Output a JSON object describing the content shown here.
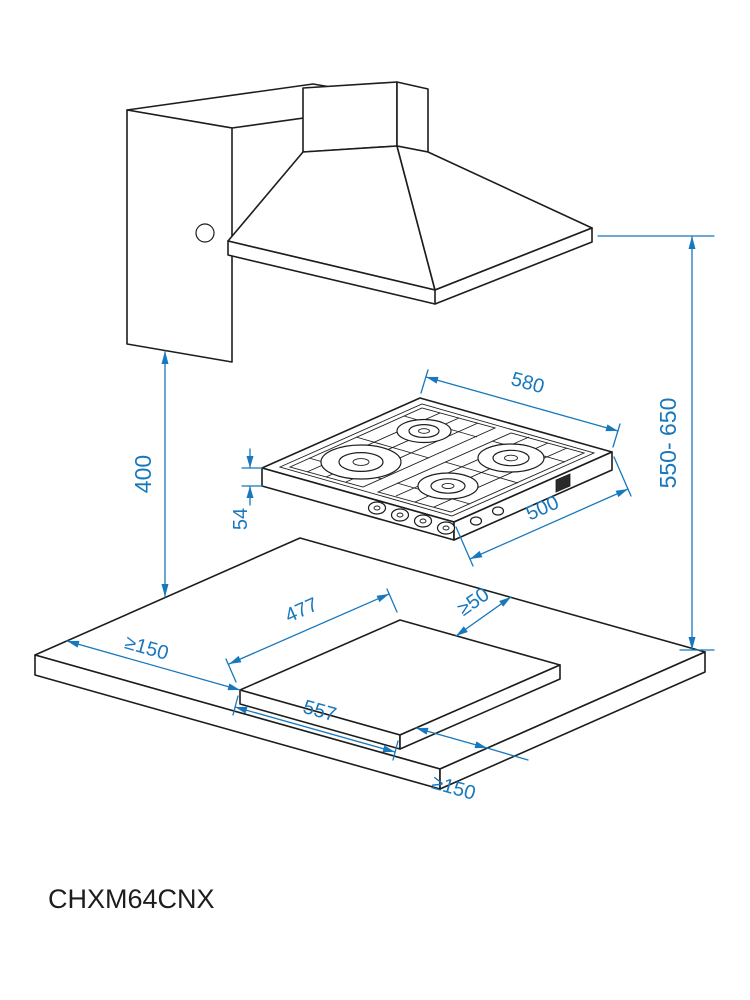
{
  "diagram": {
    "model": "CHXM64CNX",
    "colors": {
      "dimension": "#1878be",
      "outline": "#1d1d1b",
      "background": "#ffffff"
    },
    "dims": {
      "hob_width": "580",
      "hob_depth": "500",
      "hob_built_in_depth": "54",
      "hood_height_range": "550- 650",
      "wall_unit_height": "400",
      "cutout_depth": "477",
      "cutout_width": "557",
      "rear_clearance": "≥50",
      "left_clearance": "≥150",
      "front_clearance": "≥150"
    }
  }
}
